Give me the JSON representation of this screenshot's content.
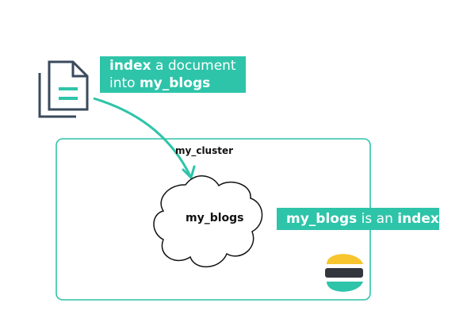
{
  "callout_index": {
    "bold1": "index",
    "text1": " a document",
    "text2": "into ",
    "bold2": "my_blogs"
  },
  "cluster": {
    "label": "my_cluster"
  },
  "index": {
    "label": "my_blogs"
  },
  "callout_is_index": {
    "bold1": "my_blogs",
    "text1": " is an ",
    "bold2": "index"
  },
  "icons": {
    "document": "document-icon",
    "logo": "elastic-logo"
  },
  "colors": {
    "accent": "#2ec4a9",
    "cluster_border": "#2ec4a9",
    "icon": "#3a4a5c",
    "logo_yellow": "#f7c52d",
    "logo_dark": "#33363d",
    "logo_teal": "#2ec4a9"
  }
}
